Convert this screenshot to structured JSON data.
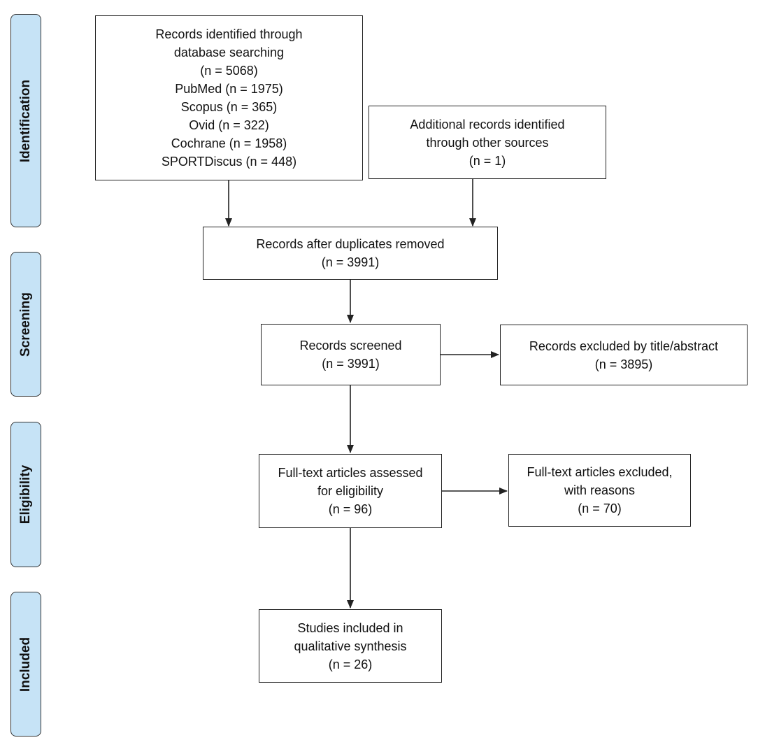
{
  "phases": {
    "identification": "Identification",
    "screening": "Screening",
    "eligibility": "Eligibility",
    "included": "Included"
  },
  "boxes": {
    "database_search": {
      "lines": [
        "Records identified through",
        "database searching",
        "(n = 5068)",
        "PubMed (n = 1975)",
        "Scopus (n = 365)",
        "Ovid (n = 322)",
        "Cochrane (n = 1958)",
        "SPORTDiscus (n = 448)"
      ]
    },
    "other_sources": {
      "lines": [
        "Additional records identified",
        "through other sources",
        "(n = 1)"
      ]
    },
    "duplicates_removed": {
      "lines": [
        "Records after duplicates removed",
        "(n = 3991)"
      ]
    },
    "screened": {
      "lines": [
        "Records screened",
        "(n = 3991)"
      ]
    },
    "excluded_title_abstract": {
      "lines": [
        "Records excluded by title/abstract",
        "(n = 3895)"
      ]
    },
    "full_text_assessed": {
      "lines": [
        "Full-text articles assessed",
        "for eligibility",
        "(n = 96)"
      ]
    },
    "full_text_excluded": {
      "lines": [
        "Full-text articles excluded,",
        "with reasons",
        "(n = 70)"
      ]
    },
    "included_studies": {
      "lines": [
        "Studies included in",
        "qualitative synthesis",
        "(n = 26)"
      ]
    }
  },
  "colors": {
    "phase_fill": "#c6e3f6",
    "box_border": "#222222",
    "arrow": "#222222"
  }
}
